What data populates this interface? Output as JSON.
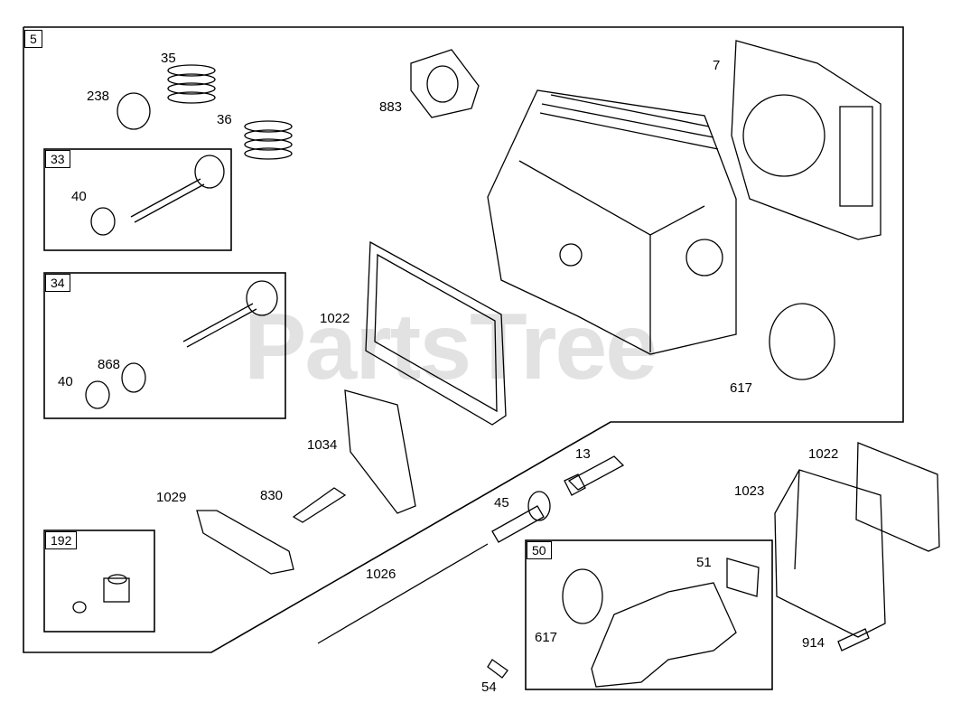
{
  "watermark": "PartsTree",
  "group_tags": {
    "main": "5",
    "exhaust_valve": "33",
    "intake_valve": "34",
    "fitting": "192",
    "intake": "50"
  },
  "labels": {
    "p238": "238",
    "p35": "35",
    "p36": "36",
    "p883": "883",
    "p7": "7",
    "p40a": "40",
    "p40b": "40",
    "p868": "868",
    "p1022a": "1022",
    "p617a": "617",
    "p1034": "1034",
    "p1029": "1029",
    "p830": "830",
    "p13": "13",
    "p45": "45",
    "p1022b": "1022",
    "p1023": "1023",
    "p1026": "1026",
    "p51": "51",
    "p617b": "617",
    "p914": "914",
    "p54": "54"
  }
}
